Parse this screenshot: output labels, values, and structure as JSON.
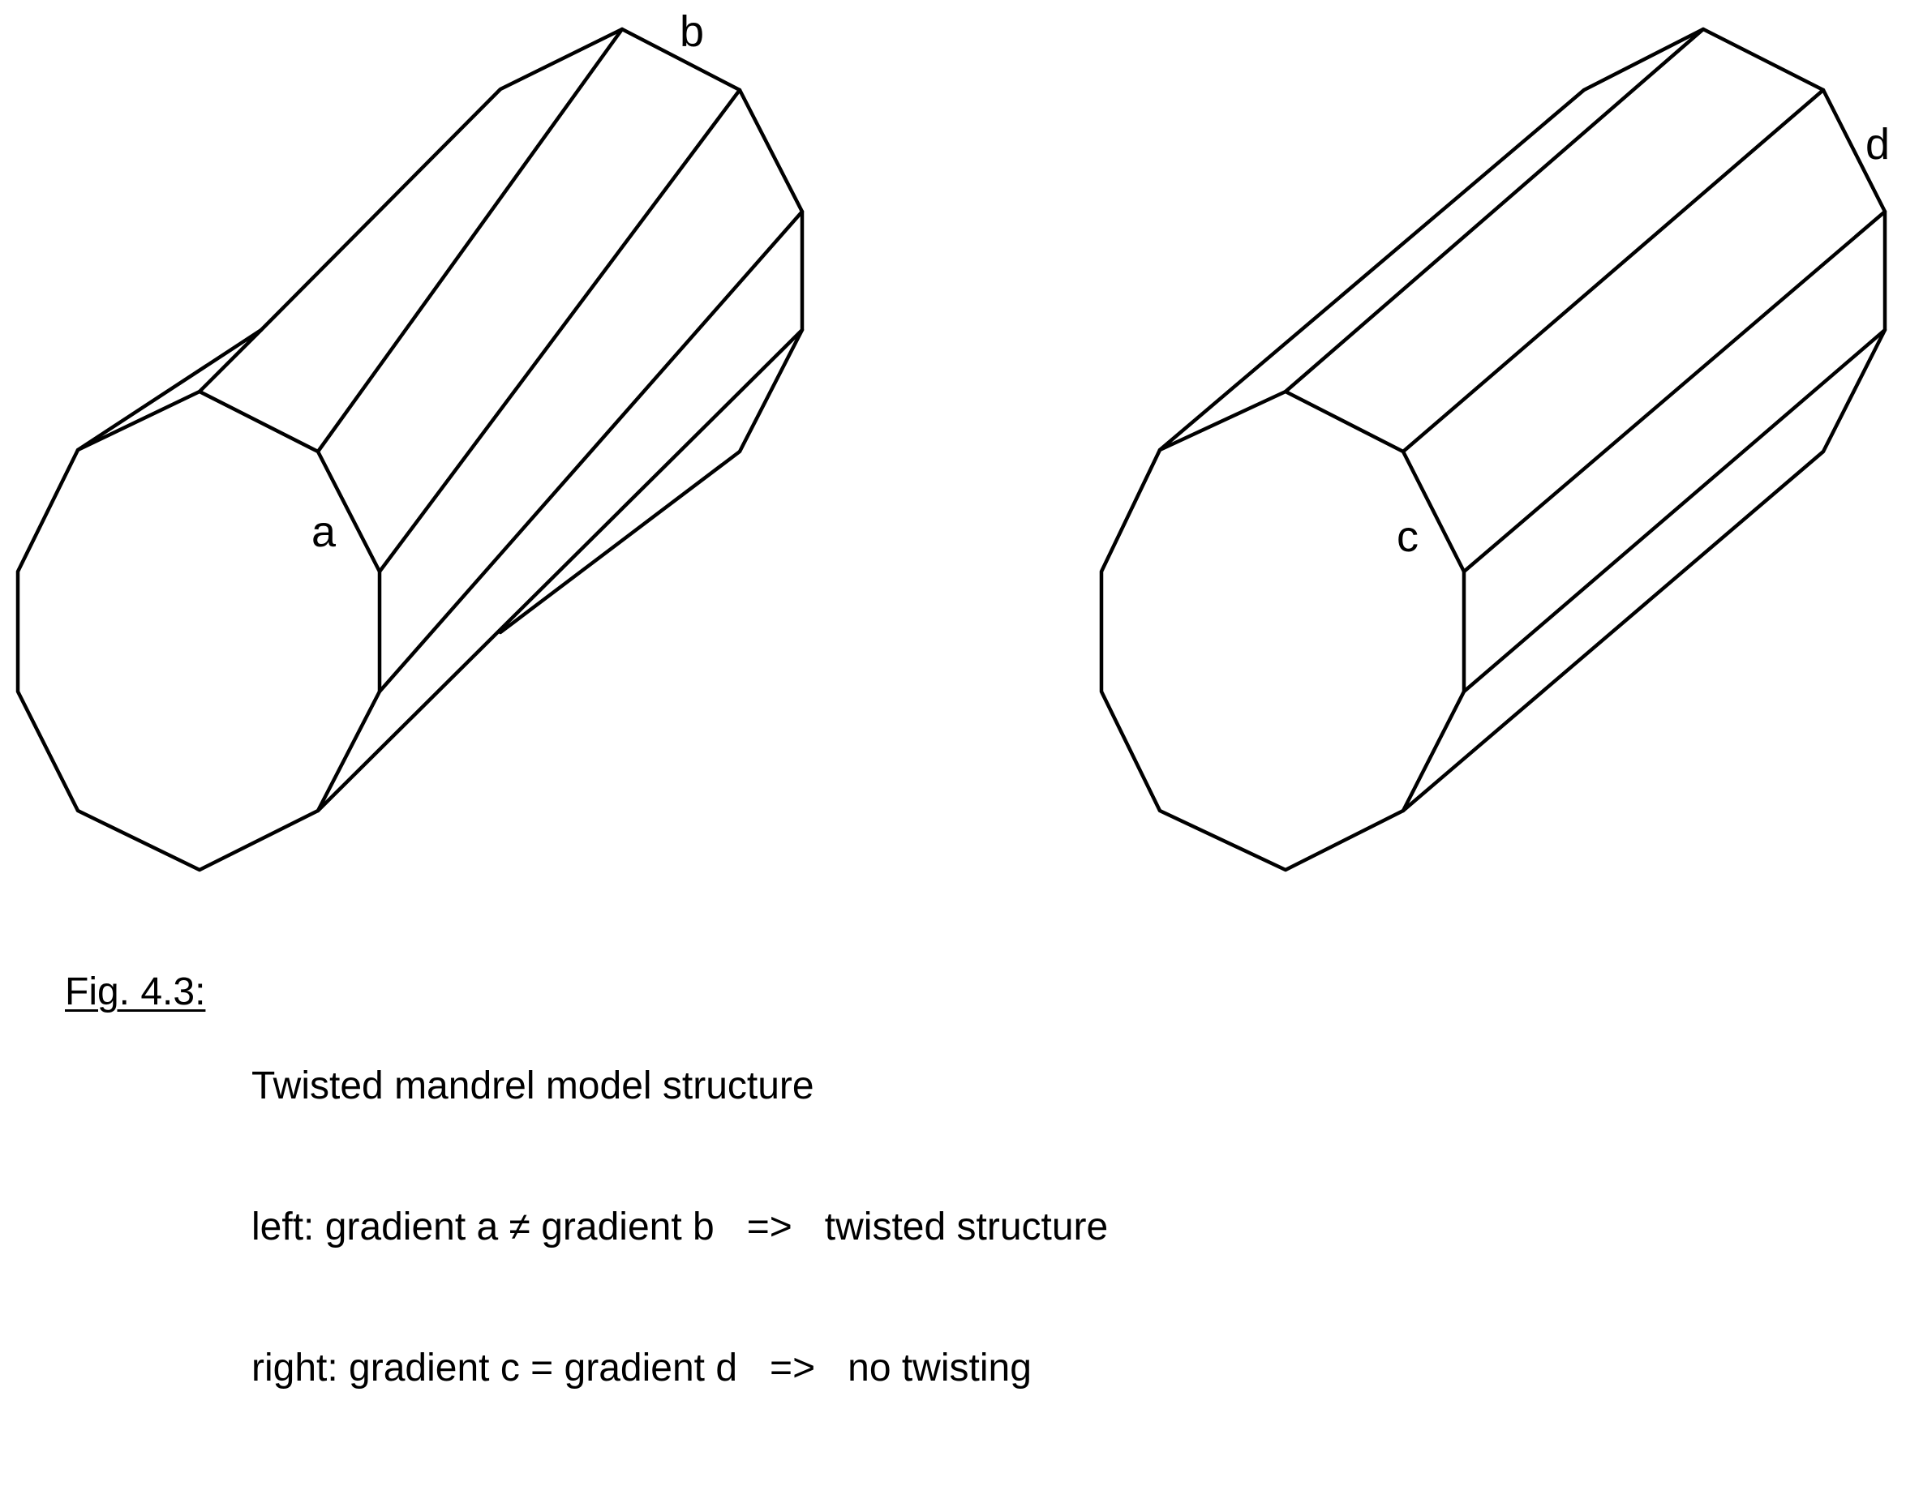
{
  "labels": {
    "a": "a",
    "b": "b",
    "c": "c",
    "d": "d"
  },
  "caption": {
    "figure_label": "Fig. 4.3:",
    "title": "Twisted mandrel model structure",
    "line_left": "left: gradient a ≠ gradient b   =>   twisted structure",
    "line_right": "right: gradient c = gradient d   =>   no twisting"
  }
}
